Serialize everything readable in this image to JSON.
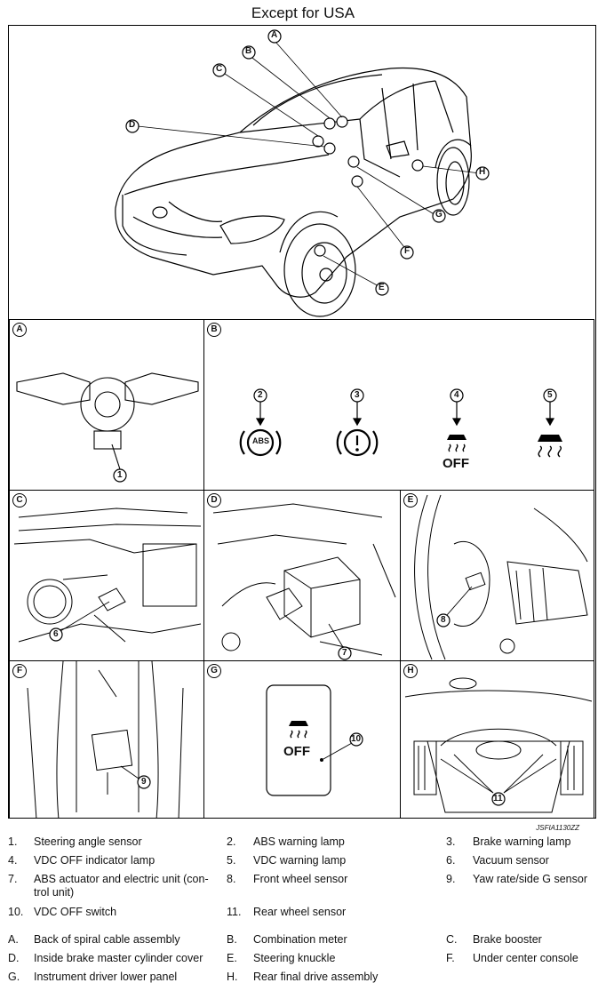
{
  "title": "Except for USA",
  "image_code": "JSFIA1130ZZ",
  "overview_callouts": [
    "A",
    "B",
    "C",
    "D",
    "E",
    "F",
    "G",
    "H"
  ],
  "panels": [
    {
      "letter": "A",
      "callouts": [
        "1"
      ]
    },
    {
      "letter": "B",
      "callouts": [
        "2",
        "3",
        "4",
        "5"
      ],
      "abs_text": "ABS",
      "off_text": "OFF"
    },
    {
      "letter": "C",
      "callouts": [
        "6"
      ]
    },
    {
      "letter": "D",
      "callouts": [
        "7"
      ]
    },
    {
      "letter": "E",
      "callouts": [
        "8"
      ]
    },
    {
      "letter": "F",
      "callouts": [
        "9"
      ]
    },
    {
      "letter": "G",
      "callouts": [
        "10"
      ],
      "off_text": "OFF"
    },
    {
      "letter": "H",
      "callouts": [
        "11"
      ]
    }
  ],
  "legend_numbers": [
    {
      "n": "1.",
      "t": "Steering angle sensor"
    },
    {
      "n": "2.",
      "t": "ABS warning lamp"
    },
    {
      "n": "3.",
      "t": "Brake warning lamp"
    },
    {
      "n": "4.",
      "t": "VDC OFF indicator lamp"
    },
    {
      "n": "5.",
      "t": "VDC warning lamp"
    },
    {
      "n": "6.",
      "t": "Vacuum sensor"
    },
    {
      "n": "7.",
      "t": "ABS actuator and electric unit (con-",
      "t2": "trol unit)"
    },
    {
      "n": "8.",
      "t": "Front wheel sensor"
    },
    {
      "n": "9.",
      "t": "Yaw rate/side G sensor"
    },
    {
      "n": "10.",
      "t": "VDC OFF switch"
    },
    {
      "n": "11.",
      "t": "Rear wheel sensor"
    }
  ],
  "legend_letters": [
    {
      "n": "A.",
      "t": "Back of spiral cable assembly"
    },
    {
      "n": "B.",
      "t": "Combination meter"
    },
    {
      "n": "C.",
      "t": "Brake booster"
    },
    {
      "n": "D.",
      "t": "Inside brake master cylinder cover"
    },
    {
      "n": "E.",
      "t": "Steering knuckle"
    },
    {
      "n": "F.",
      "t": "Under center console"
    },
    {
      "n": "G.",
      "t": "Instrument driver lower panel"
    },
    {
      "n": "H.",
      "t": "Rear final drive assembly"
    }
  ]
}
